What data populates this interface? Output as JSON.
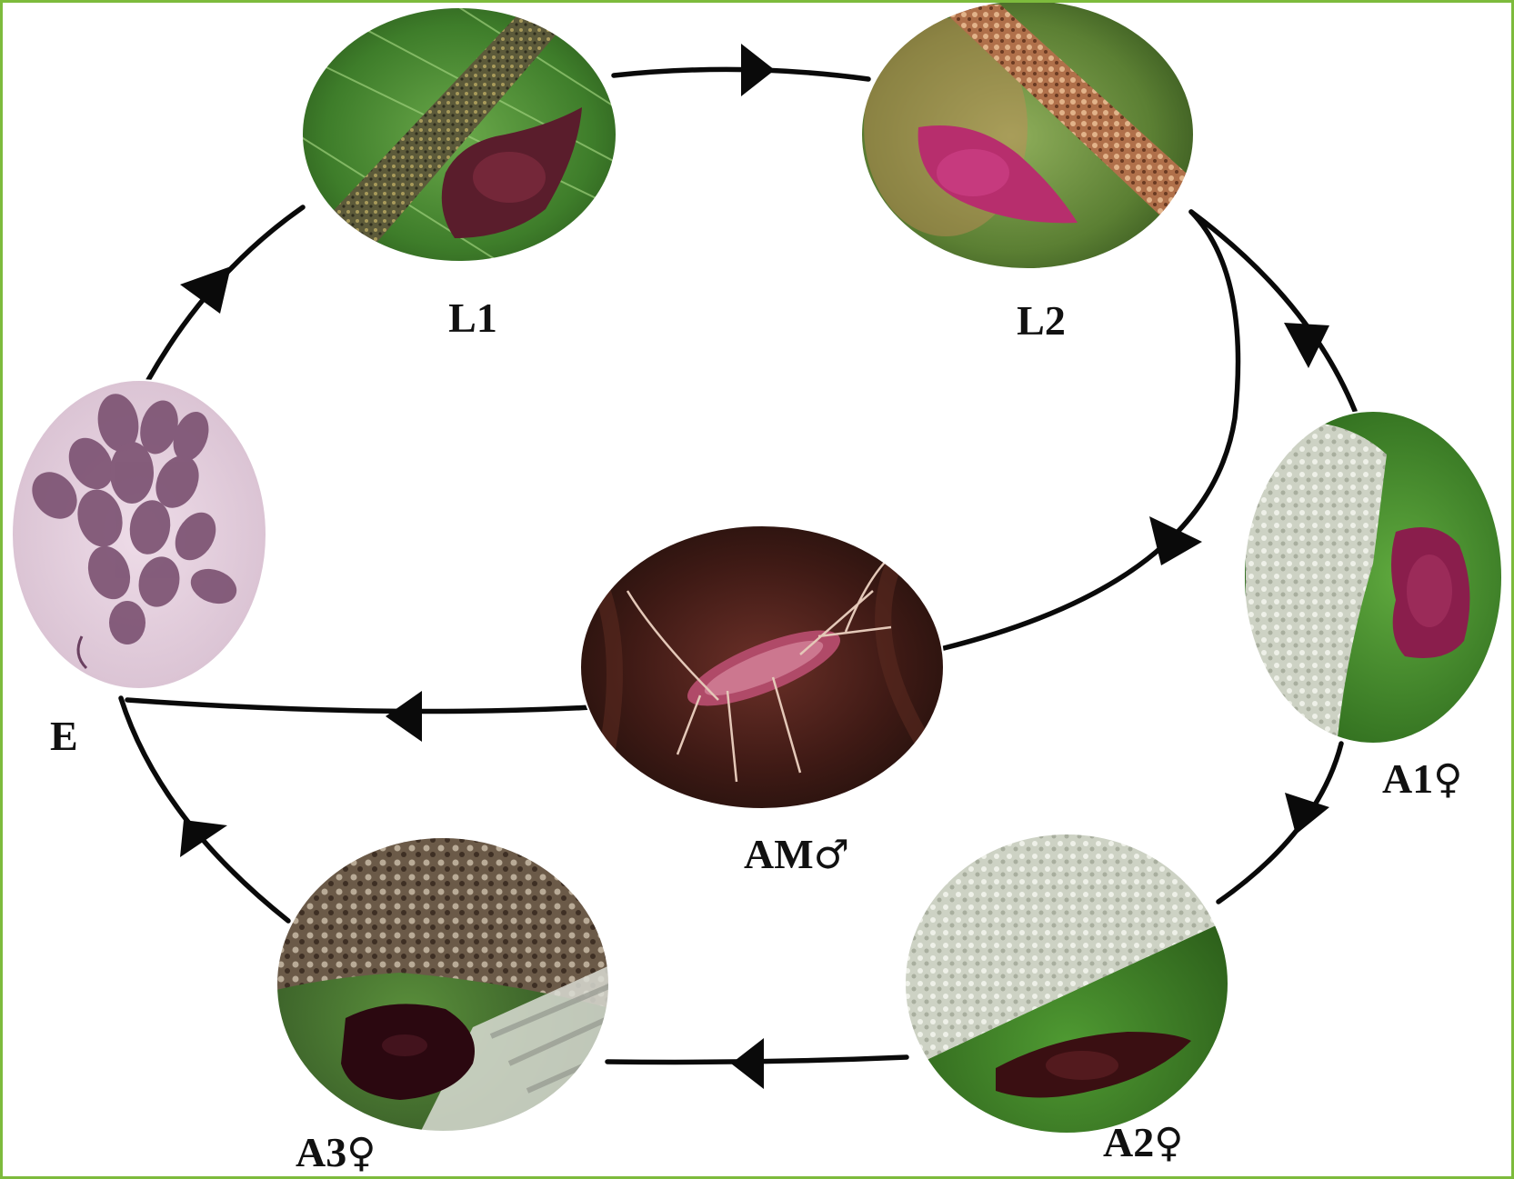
{
  "stages": {
    "l1": "L1",
    "l2": "L2",
    "a1": "A1",
    "a2": "A2",
    "a3": "A3",
    "am": "AM",
    "e": "E"
  },
  "symbols": {
    "female": "♀",
    "male": "♂"
  },
  "colors": {
    "frame_border": "#7dbb3c",
    "arrows": "#0a0a0a",
    "insect_crimson": "#8e1d4b",
    "leaf_green": "#4e8f2f",
    "egg_purple": "#7a5070"
  }
}
